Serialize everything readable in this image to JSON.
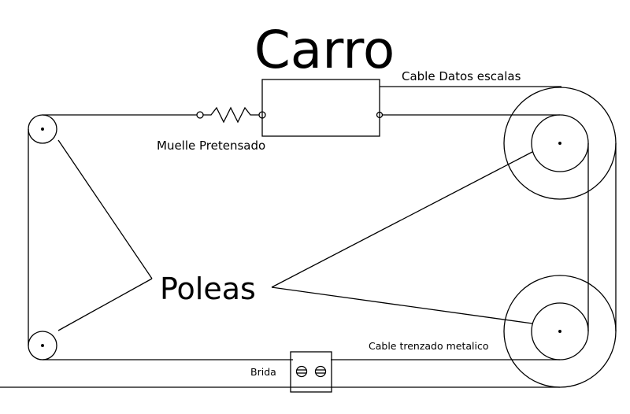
{
  "labels": {
    "title": "Carro",
    "data_cable": "Cable Datos escalas",
    "spring": "Muelle Pretensado",
    "pulleys": "Poleas",
    "steel_cable": "Cable trenzado metalico",
    "clamp": "Brida"
  },
  "colors": {
    "line": "#000000",
    "background": "#ffffff"
  }
}
